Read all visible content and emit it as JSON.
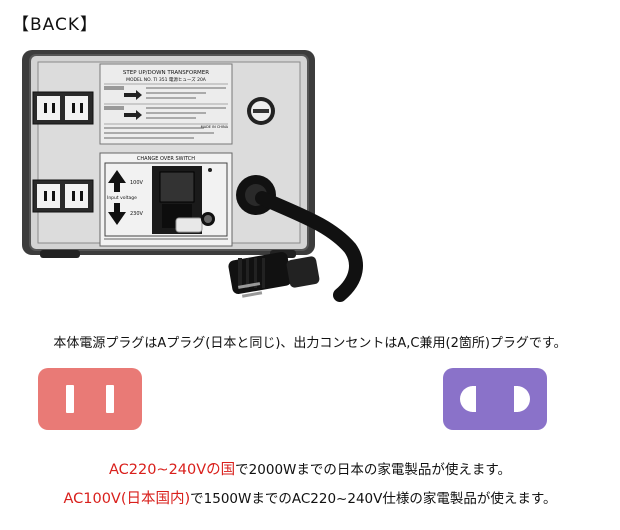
{
  "header": {
    "back_label": "【BACK】"
  },
  "photo": {
    "label_plate": {
      "title": "STEP UP/DOWN TRANSFORMER",
      "model": "MODEL NO. TI 351  電源ヒューズ 20A",
      "made_in": "MADE IN CHINA"
    },
    "switch_panel": {
      "title": "CHANGE OVER SWITCH",
      "up_value": "100V",
      "down_value": "230V",
      "side_label": "Input voltage"
    }
  },
  "caption": "本体電源プラグはAプラグ(日本と同じ)、出力コンセントはA,C兼用(2箇所)プラグです。",
  "plugs": {
    "a_color": "#e97a76",
    "ac_color": "#8a72c9"
  },
  "usage": {
    "line1_highlight": "AC220~240Vの国",
    "line1_rest": "で2000Wまでの日本の家電製品が使えます。",
    "line2_highlight": "AC100V(日本国内)",
    "line2_rest": "で1500WまでのAC220~240V仕様の家電製品が使えます。",
    "highlight_color": "#d9201c"
  }
}
